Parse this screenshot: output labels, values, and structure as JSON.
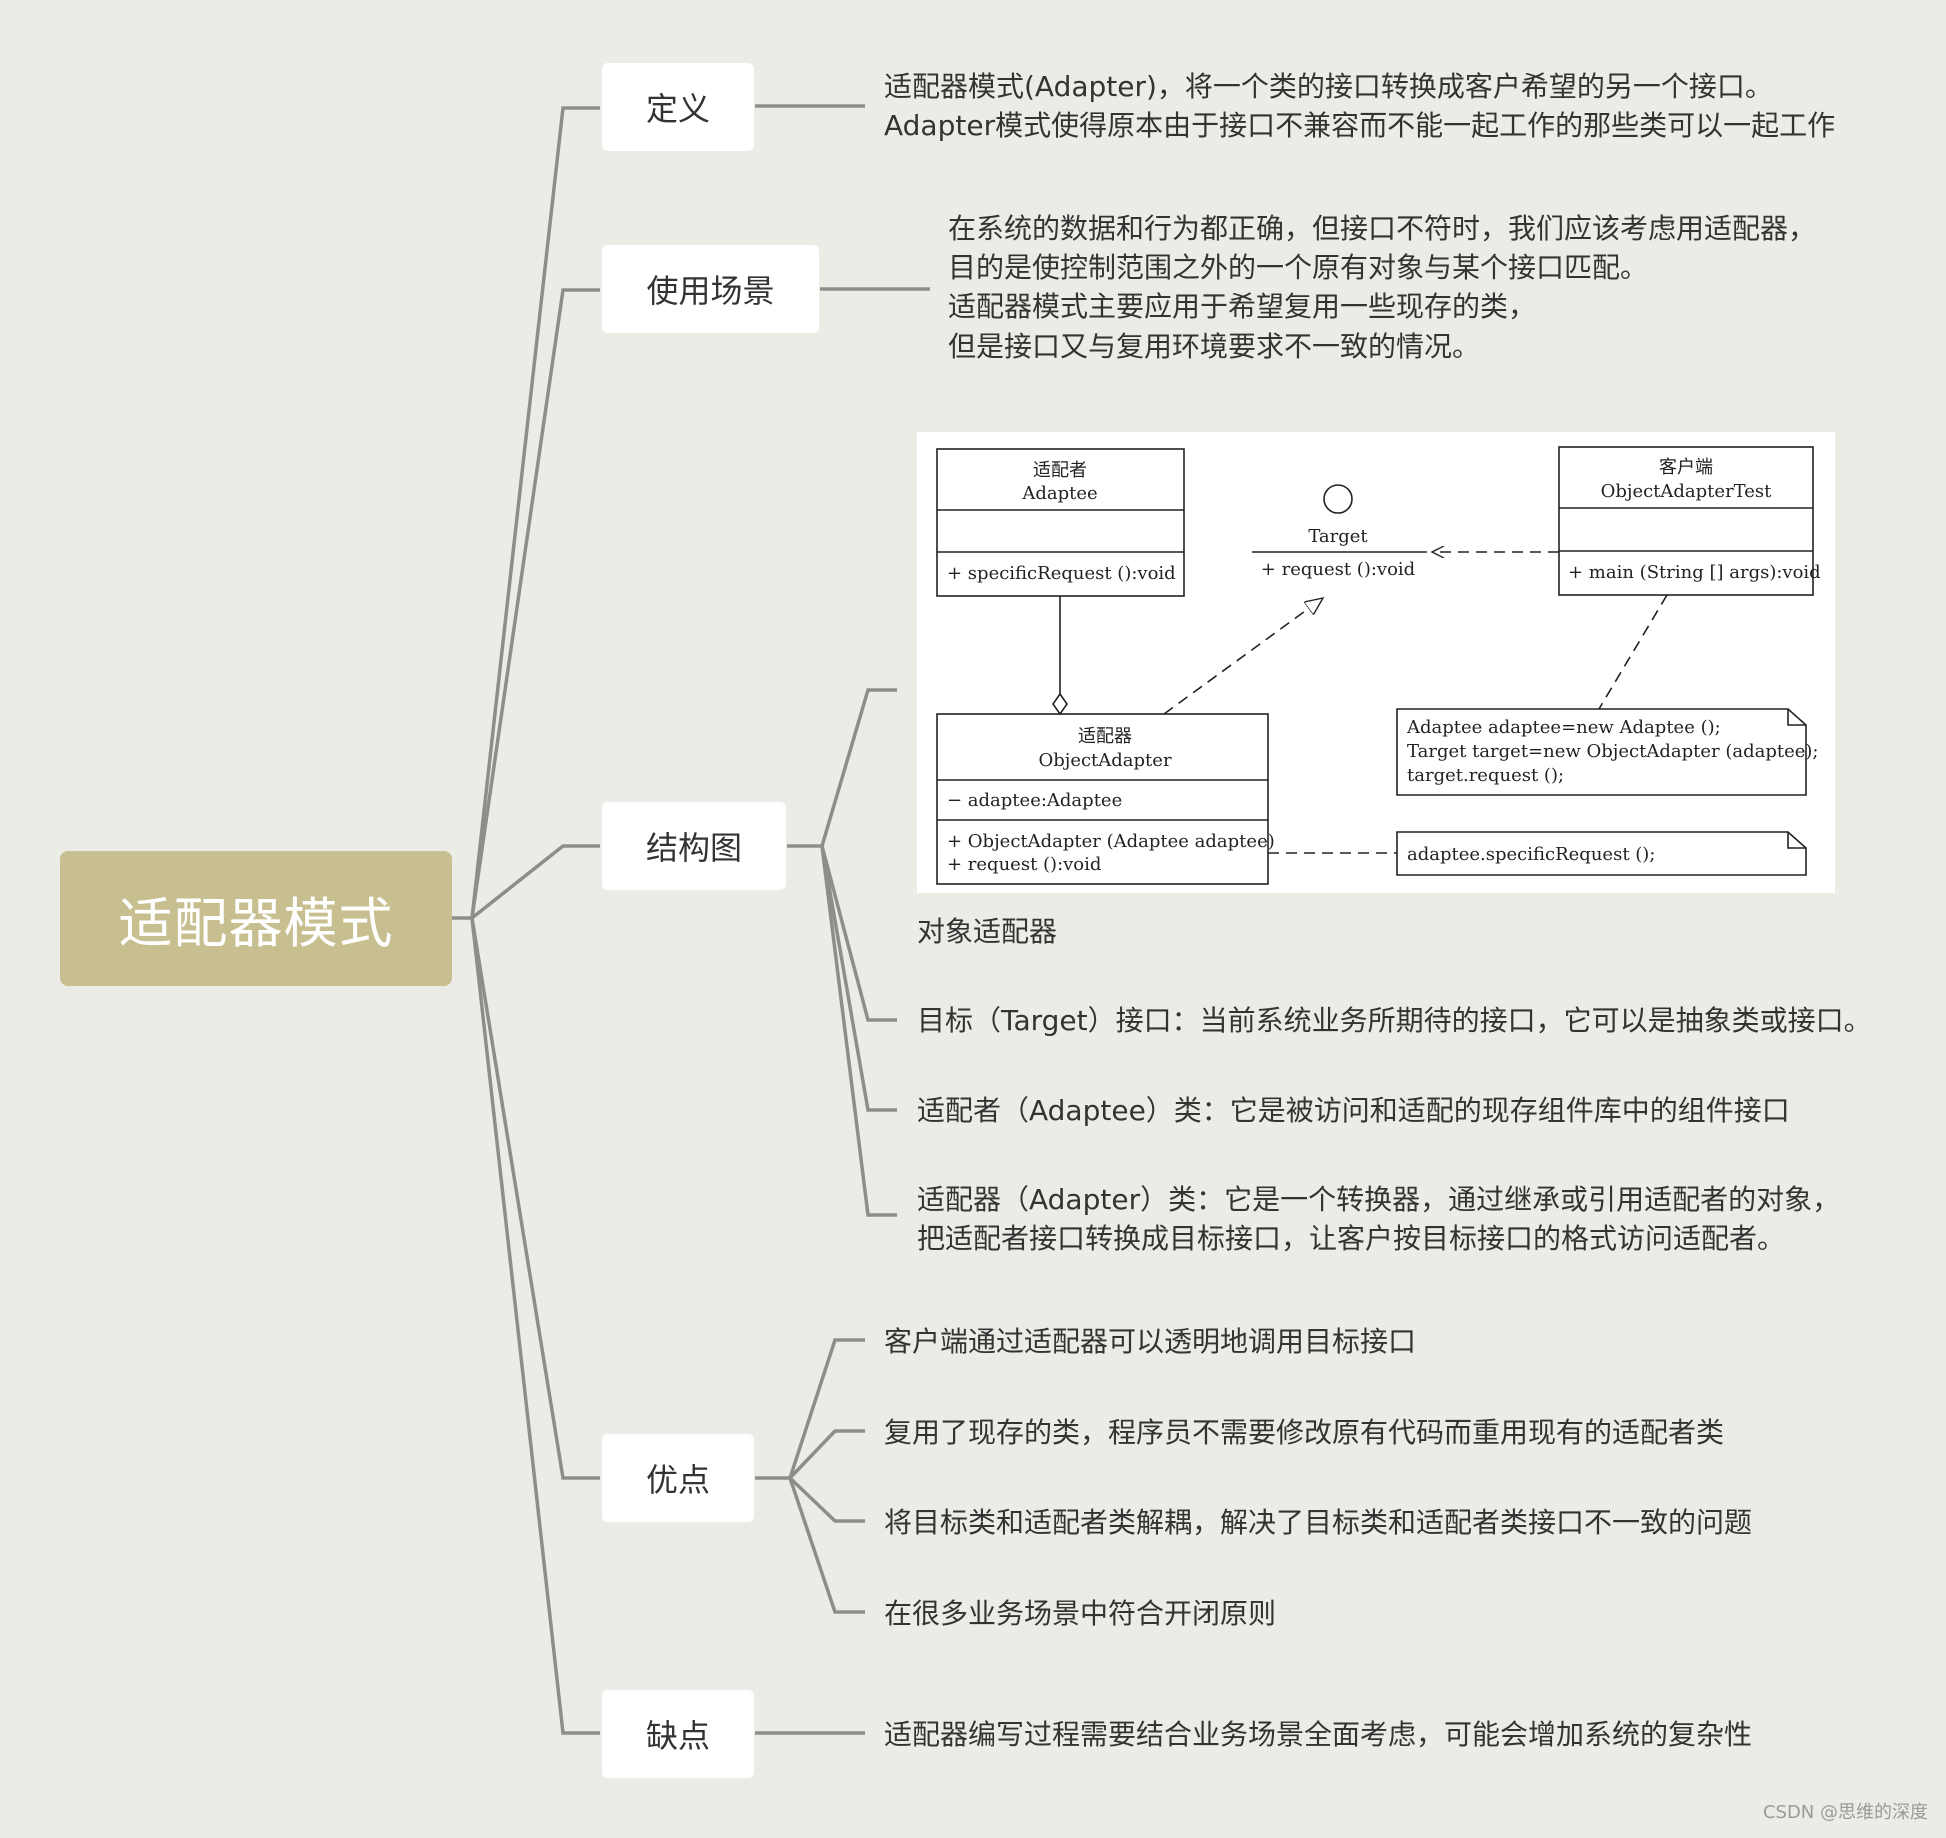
{
  "root": {
    "label": "适配器模式"
  },
  "branches": {
    "definition": {
      "label": "定义",
      "lines": [
        "适配器模式(Adapter)，将一个类的接口转换成客户希望的另一个接口。",
        "Adapter模式使得原本由于接口不兼容而不能一起工作的那些类可以一起工作"
      ]
    },
    "usage": {
      "label": "使用场景",
      "lines": [
        "在系统的数据和行为都正确，但接口不符时，我们应该考虑用适配器，",
        "目的是使控制范围之外的一个原有对象与某个接口匹配。",
        "适配器模式主要应用于希望复用一些现存的类，",
        "但是接口又与复用环境要求不一致的情况。"
      ]
    },
    "structure": {
      "label": "结构图",
      "diagram_caption": "对象适配器",
      "items": [
        "目标（Target）接口：当前系统业务所期待的接口，它可以是抽象类或接口。",
        "适配者（Adaptee）类：它是被访问和适配的现存组件库中的组件接口"
      ],
      "adapter_lines": [
        "适配器（Adapter）类：它是一个转换器，通过继承或引用适配者的对象，",
        "把适配者接口转换成目标接口，让客户按目标接口的格式访问适配者。"
      ]
    },
    "advantages": {
      "label": "优点",
      "items": [
        "客户端通过适配器可以透明地调用目标接口",
        "复用了现存的类，程序员不需要修改原有代码而重用现有的适配者类",
        "将目标类和适配者类解耦，解决了目标类和适配者类接口不一致的问题",
        "在很多业务场景中符合开闭原则"
      ]
    },
    "disadvantages": {
      "label": "缺点",
      "items": [
        "适配器编写过程需要结合业务场景全面考虑，可能会增加系统的复杂性"
      ]
    }
  },
  "uml": {
    "adaptee": {
      "title_cn": "适配者",
      "title_en": "Adaptee",
      "method": "+ specificRequest ():void"
    },
    "target": {
      "title": "Target",
      "method": "+ request ():void"
    },
    "client": {
      "title_cn": "客户端",
      "title_en": "ObjectAdapterTest",
      "method": "+ main (String [] args):void"
    },
    "adapter": {
      "title_cn": "适配器",
      "title_en": "ObjectAdapter",
      "field": "− adaptee:Adaptee",
      "method1": "+ ObjectAdapter (Adaptee adaptee)",
      "method2": "+ request ():void"
    },
    "note_client": [
      "Adaptee adaptee=new Adaptee ();",
      "Target target=new ObjectAdapter (adaptee);",
      "target.request ();"
    ],
    "note_adapter": "adaptee.specificRequest ();"
  },
  "watermark": "CSDN @思维的深度"
}
